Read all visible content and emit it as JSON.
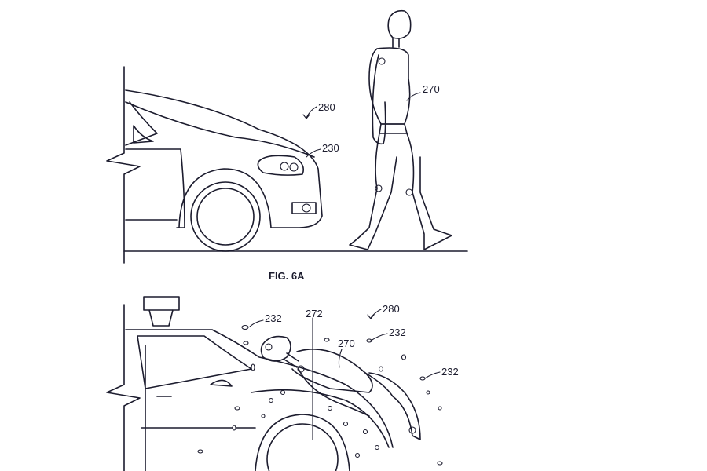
{
  "figure_a": {
    "caption": "FIG. 6A",
    "labels": {
      "scene": "280",
      "pedestrian": "270",
      "vehicle": "230"
    }
  },
  "figure_b": {
    "labels": {
      "scene": "280",
      "adhesive_left": "232",
      "adhesive_right": "232",
      "adhesive_far": "232",
      "adhesive_layer": "272",
      "pedestrian": "270"
    }
  }
}
